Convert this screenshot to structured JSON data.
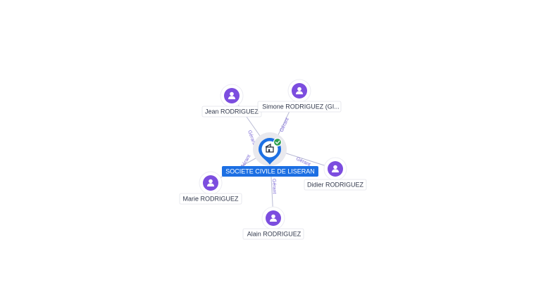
{
  "colors": {
    "company_accent": "#1c6fe3",
    "person_accent": "#7c4ddf",
    "status_ok": "#2e9e4e",
    "edge_label": "#7b68d6"
  },
  "center": {
    "name": "SOCIETE CIVILE DE LISERAN",
    "icon": "building-icon",
    "status_icon": "verified-check-icon"
  },
  "people": [
    {
      "id": "jean",
      "name": "Jean RODRIGUEZ",
      "relation": "Gérant"
    },
    {
      "id": "simone",
      "name": "Simone RODRIGUEZ (GI...",
      "relation": "Gérant"
    },
    {
      "id": "didier",
      "name": "Didier RODRIGUEZ",
      "relation": "Gérant"
    },
    {
      "id": "alain",
      "name": "Alain RODRIGUEZ",
      "relation": "Gérant"
    },
    {
      "id": "marie",
      "name": "Marie RODRIGUEZ",
      "relation": "Gérant"
    }
  ]
}
